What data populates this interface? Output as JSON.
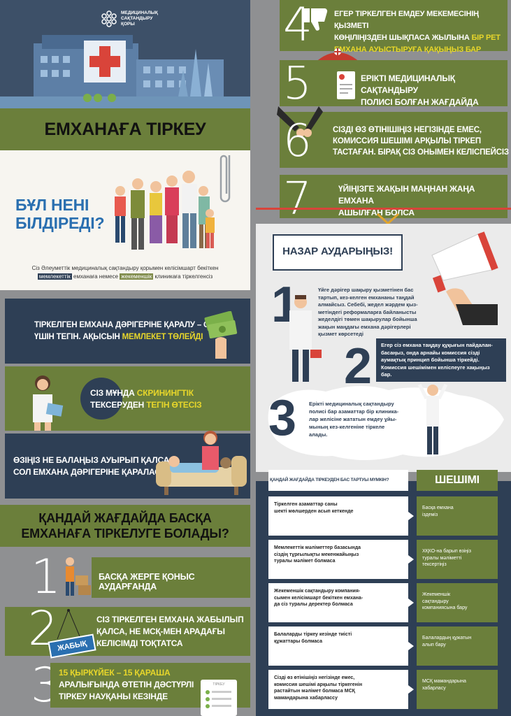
{
  "logo": {
    "line1": "МЕДИЦИНАЛЫҚ",
    "line2": "САҚТАНДЫРУ",
    "line3": "ҚОРЫ"
  },
  "main_title": "ЕМХАНАҒА ТІРКЕУ",
  "what_means": {
    "line1": "БҰЛ НЕНІ",
    "line2": "БІЛДІРЕДІ?",
    "caption_part1": "Сіз Әлеуметтік медициналық сақтандыру қорымен келісімшарт бекіткен",
    "highlight_state": "мемлекеттік",
    "caption_part2": "емханаға немесе",
    "highlight_private": "жекеменшік",
    "caption_part3": "клиникаға тіркелгенсіз"
  },
  "benefits": {
    "b1_line1": "ТІРКЕЛГЕН ЕМХАНА ДӘРІГЕРІНЕ ҚАРАЛУ – СІЗ",
    "b1_line2_white": "ҮШІН ТЕГІН. АҚЫСЫН ",
    "b1_line2_yellow": "МЕМЛЕКЕТ ТӨЛЕЙДІ",
    "b2_line1_white": "СІЗ МҰНДА ",
    "b2_line1_yellow": "СКРИНИНГТІК",
    "b2_line2_white": "ТЕКСЕРУДЕН ",
    "b2_line2_yellow": "ТЕГІН ӨТЕСІЗ",
    "b3_line1": "ӨЗІҢІЗ НЕ БАЛАҢЫЗ АУЫРЫП ҚАЛСА,",
    "b3_line2": "СОЛ ЕМХАНА ДӘРІГЕРІНЕ ҚАРАЛАСЫЗ"
  },
  "other_clinic": {
    "title_line1": "ҚАНДАЙ ЖАҒДАЙДА БАСҚА",
    "title_line2": "ЕМХАНАҒА ТІРКЕЛУГЕ БОЛАДЫ?",
    "case1_num": "1",
    "case1_text": "БАСҚА ЖЕРГЕ ҚОНЫС АУДАРҒАНДА",
    "case2_num": "2",
    "case2_line1": "СІЗ ТІРКЕЛГЕН ЕМХАНА ЖАБЫЛЫП",
    "case2_line2": "ҚАЛСА, НЕ МСҚ-МЕН АРАДАҒЫ",
    "case2_line3": "КЕЛІСІМДІ ТОҚТАТСА",
    "closed_sign": "ЖАБЫҚ",
    "case3_num": "3",
    "case3_line1_yellow": "15 ҚЫРКҮЙЕК – 15 ҚАРАША",
    "case3_line2": "АРАЛЫҒЫНДА ӨТЕТІН ДӘСТҮРЛІ",
    "case3_line3": "ТІРКЕУ НАУҚАНЫ КЕЗІНДЕ",
    "form_label": "ТІРКЕУ",
    "case4_num": "4",
    "case4_line1": "ЕГЕР ТІРКЕЛГЕН ЕМДЕУ МЕКЕМЕСІНІҢ ҚЫЗМЕТІ",
    "case4_line2_white": "КӨҢІЛІҢІЗДЕН ШЫҚПАСА ЖЫЛЫНА ",
    "case4_line2_yellow": "БІР РЕТ",
    "case4_line3_yellow": "ЕМХАНА АУЫСТЫРУҒА ҚАҚЫҢЫЗ БАР",
    "case5_num": "5",
    "case5_line1": "ЕРІКТІ МЕДИЦИНАЛЫҚ САҚТАНДЫРУ",
    "case5_line2": "ПОЛИСІ БОЛҒАН ЖАҒДАЙДА",
    "case6_num": "6",
    "case6_line1": "СІЗДІ ӨЗ ӨТІНІШІҢІЗ НЕГІЗІНДЕ ЕМЕС,",
    "case6_line2": "КОМИССИЯ ШЕШІМІ АРҚЫЛЫ ТІРКЕП",
    "case6_line3": "ТАСТАҒАН. БІРАҚ СІЗ ОНЫМЕН КЕЛІСПЕЙСІЗ",
    "case7_num": "7",
    "case7_line1": "ҮЙІҢІЗГЕ ЖАҚЫН МАҢНАН ЖАҢА ЕМХАНА",
    "case7_line2": "АШЫЛҒАН БОЛСА"
  },
  "attention": {
    "title": "НАЗАР АУДАРЫҢЫЗ!",
    "n1": "1",
    "p1": [
      "Үйге дәрігер шақыру қызметінен бас",
      "тартып, кез-келген емхананы таңдай",
      "алмайсыз. Себебі, жедел жәрдем қыз-",
      "метіндегі реформаларға байланысты",
      "жеделдігі төмен шақырулар бойынша",
      "жақын маңдағы емхана дәрігерлері",
      "қызмет көрсетеді"
    ],
    "n2": "2",
    "p2": [
      "Егер сіз емхана таңдау құқығын пайдалан-",
      "басаңыз, онда арнайы комиссия сізді",
      "аумақтық принцип бойынша тіркейді.",
      "Комиссия шешімімен келіспеуге хақыңыз",
      "бар."
    ],
    "n3": "3",
    "p3": [
      "Ерікті медициналық сақтандыру",
      "полисі бар азаматтар бір клиника-",
      "лар желісіне жататын емдеу ұйы-",
      "мының кез-келгеніне тіркеле",
      "алады."
    ]
  },
  "refusal": {
    "left_title": "ҚАНДАЙ ЖАҒДАЙДА ТІРКЕУДЕН БАС ТАРТУЫ МҮМКІН?",
    "right_title": "ШЕШІМІ",
    "rows": [
      {
        "reason": [
          "Тіркелген азаматтар саны",
          "шекті мөлшерден асып кеткенде"
        ],
        "solution": [
          "Басқа емхана",
          "іздеміз"
        ]
      },
      {
        "reason": [
          "Мемлекеттік мәліметтер базасында",
          "сіздің тұрғылықты мекенжайыңыз",
          "туралы мәлімет болмаса"
        ],
        "solution": [
          "ХҚКО-на барып өзіңіз",
          "туралы мәліметті",
          "тексертіңіз"
        ]
      },
      {
        "reason": [
          "Жекеменшік сақтандыру компания-",
          "сымен келісімшарт бекіткен емхана-",
          "да сіз туралы деректер болмаса"
        ],
        "solution": [
          "Жекеменшік",
          "сақтандыру",
          "компаниясына бару"
        ]
      },
      {
        "reason": [
          "Балаларды тіркеу кезінде тиісті",
          "құжаттары болмаса"
        ],
        "solution": [
          "Балалардың құжатын",
          "алып бару"
        ]
      },
      {
        "reason": [
          "Сізді өз өтінішіңіз негізінде емес,",
          "комиссия шешімі арқылы тіркегенін",
          "растайтын мәлімет болмаса МСҚ",
          "мамандарына хабарлассу"
        ],
        "solution": [
          "МСҚ мамандарына",
          "хабарласу"
        ]
      }
    ]
  },
  "colors": {
    "green": "#6b7f3b",
    "navy": "#2e3f55",
    "yellow": "#e7d62b",
    "gray": "#8f9092",
    "cream": "#f7f5f0"
  }
}
